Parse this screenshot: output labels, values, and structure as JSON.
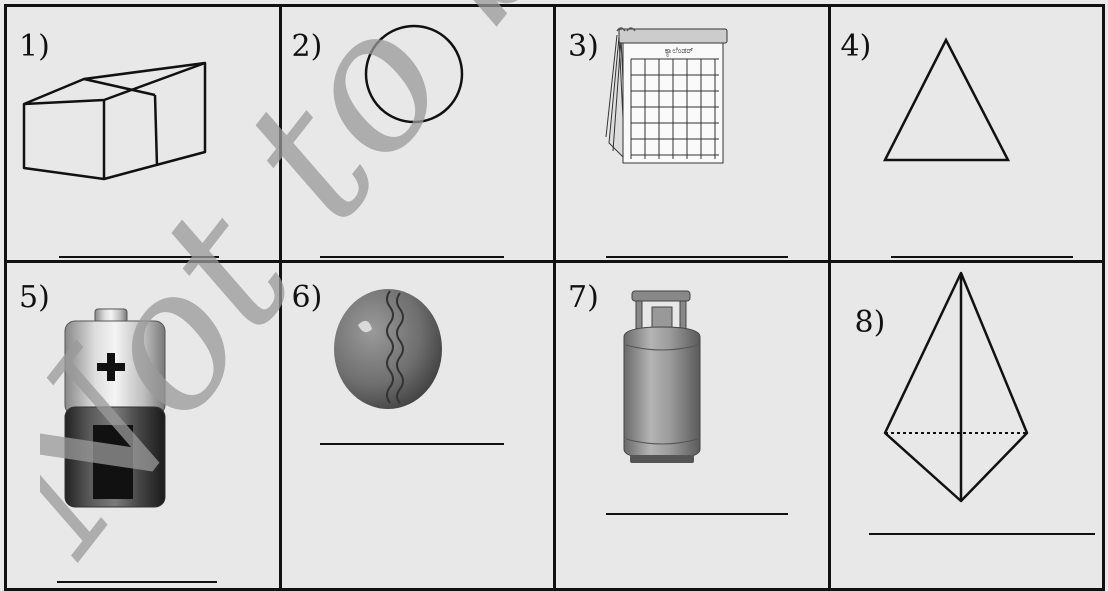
{
  "watermark": {
    "text": "Not to be"
  },
  "items": [
    {
      "number": "1)",
      "icon": "cuboid-icon"
    },
    {
      "number": "2)",
      "icon": "circle-icon"
    },
    {
      "number": "3)",
      "icon": "calendar-icon",
      "calendar_label": "ಕ್ಯಾಲೆಂಡರ್"
    },
    {
      "number": "4)",
      "icon": "triangle-icon"
    },
    {
      "number": "5)",
      "icon": "battery-icon"
    },
    {
      "number": "6)",
      "icon": "cricket-ball-icon"
    },
    {
      "number": "7)",
      "icon": "gas-cylinder-icon"
    },
    {
      "number": "8)",
      "icon": "pyramid-icon"
    }
  ]
}
